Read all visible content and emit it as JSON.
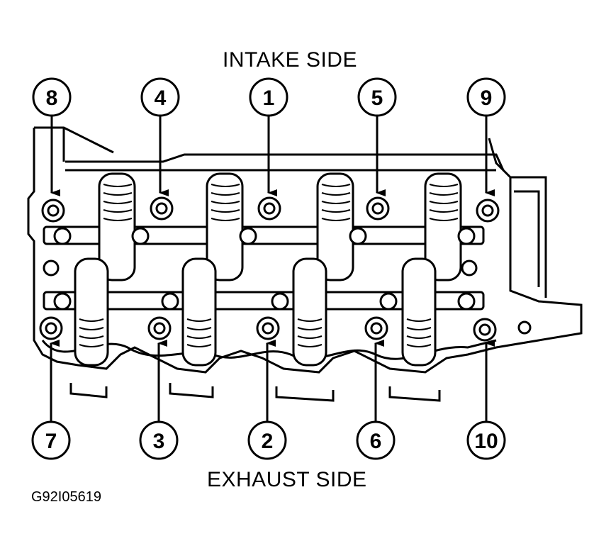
{
  "labels": {
    "intake": "INTAKE SIDE",
    "exhaust": "EXHAUST SIDE",
    "figure_id": "G92I05619"
  },
  "bolts_top": [
    "8",
    "4",
    "1",
    "5",
    "9"
  ],
  "bolts_bottom": [
    "7",
    "3",
    "2",
    "6",
    "10"
  ]
}
